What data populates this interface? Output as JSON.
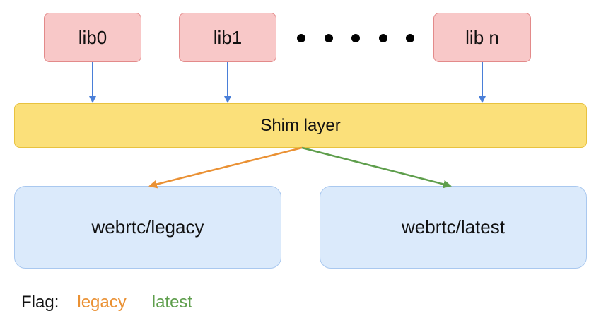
{
  "libs": {
    "lib0": "lib0",
    "lib1": "lib1",
    "libn": "lib n"
  },
  "shim_label": "Shim layer",
  "targets": {
    "legacy": "webrtc/legacy",
    "latest": "webrtc/latest"
  },
  "legend": {
    "flag_label": "Flag:",
    "legacy": "legacy",
    "latest": "latest"
  },
  "colors": {
    "lib_fill": "#f8c8c8",
    "shim_fill": "#fbe07a",
    "target_fill": "#dbeafb",
    "blue_arrow": "#4a7fd8",
    "legacy": "#ea9134",
    "latest": "#5e9e4c"
  }
}
